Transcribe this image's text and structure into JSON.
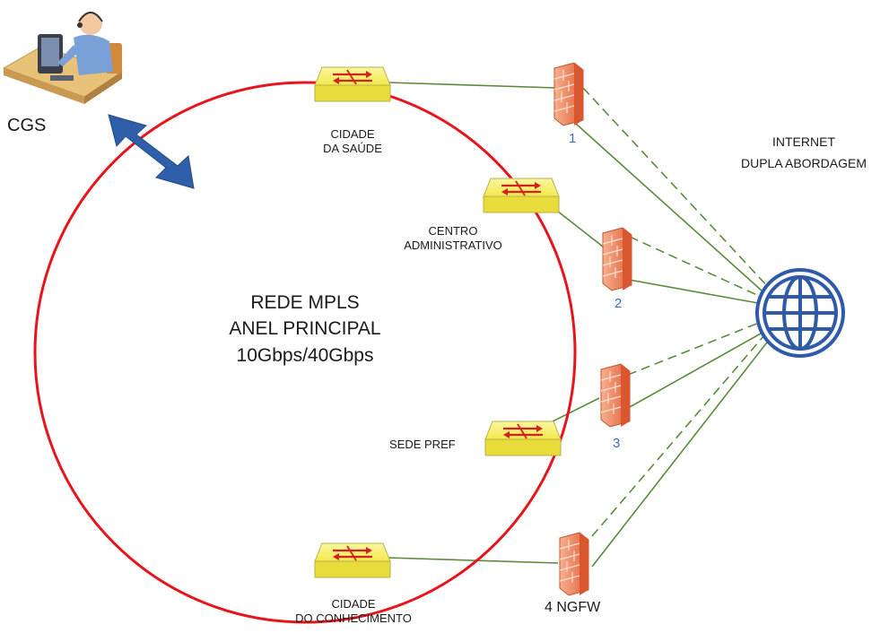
{
  "cgs": {
    "label": "CGS"
  },
  "ring": {
    "line1": "REDE MPLS",
    "line2": "ANEL PRINCIPAL",
    "line3": "10Gbps/40Gbps"
  },
  "switches": [
    {
      "line1": "CIDADE",
      "line2": "DA SAÚDE"
    },
    {
      "line1": "CENTRO",
      "line2": "ADMINISTRATIVO"
    },
    {
      "line1": "SEDE PREF"
    },
    {
      "line1": "CIDADE",
      "line2": "DO CONHECIMENTO"
    }
  ],
  "firewalls": [
    "1",
    "2",
    "3",
    "4 NGFW"
  ],
  "internet": {
    "line1": "INTERNET",
    "line2": "DUPLA ABORDAGEM"
  },
  "colors": {
    "ring": "#e8141b",
    "link": "#5a8a3a",
    "globe": "#2e5aa8",
    "arrow": "#2f5fa8",
    "switch": "#f6ef63",
    "firewall": "#f08a62"
  }
}
